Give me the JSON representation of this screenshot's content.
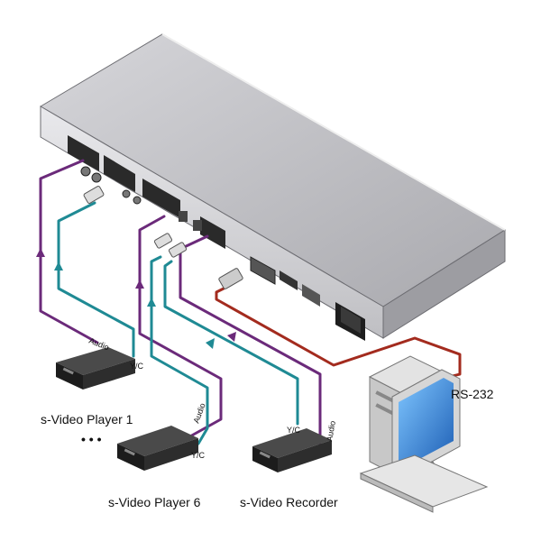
{
  "labels": {
    "player1": "s-Video Player 1",
    "player6": "s-Video Player 6",
    "recorder": "s-Video Recorder",
    "rs232": "RS-232",
    "ellipsis": "• • •",
    "audio": "Audio",
    "yc": "Y/C"
  },
  "colors": {
    "audio_cable": "#6b2a7a",
    "video_cable": "#1f8a94",
    "rs232_cable": "#a32b1e",
    "chassis": "#b9b9bd",
    "device_body": "#222222"
  },
  "icons": [
    "switcher-chassis",
    "video-player-device",
    "computer-monitor",
    "computer-tower",
    "keyboard"
  ]
}
